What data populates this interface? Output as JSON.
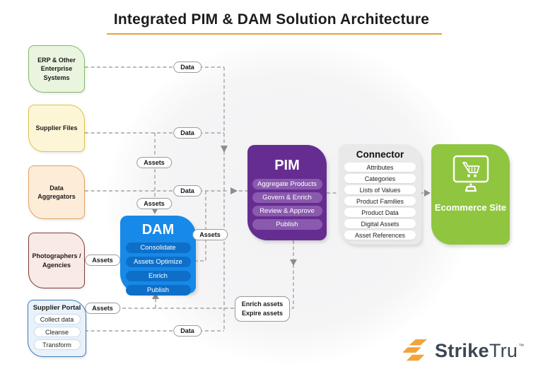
{
  "title": "Integrated PIM & DAM Solution Architecture",
  "sources": [
    "ERP & Other Enterprise Systems",
    "Supplier Files",
    "Data Aggregators",
    "Photographers / Agencies"
  ],
  "supplier_portal": {
    "title": "Supplier Portal",
    "steps": [
      "Collect data",
      "Cleanse",
      "Transform"
    ]
  },
  "dam": {
    "title": "DAM",
    "steps": [
      "Consolidate",
      "Assets Optimize",
      "Enrich",
      "Publish"
    ]
  },
  "pim": {
    "title": "PIM",
    "steps": [
      "Aggregate Products",
      "Govern & Enrich",
      "Review & Approve",
      "Publish"
    ]
  },
  "connector": {
    "title": "Connector",
    "items": [
      "Attributes",
      "Categories",
      "Lists of Values",
      "Product Families",
      "Product Data",
      "Digital Assets",
      "Asset References"
    ]
  },
  "ecommerce": {
    "title": "Ecommerce Site"
  },
  "enrich_node": {
    "line1": "Enrich assets",
    "line2": "Expire assets"
  },
  "labels": {
    "data": "Data",
    "assets": "Assets"
  },
  "logo": {
    "strike": "Strike",
    "tru": "Tru",
    "tm": "™"
  },
  "icons": {
    "ecommerce": "monitor-shopping-cart-icon",
    "logo": "striketru-ribbon-s-icon"
  },
  "colors": {
    "title_underline": "#e2a33c",
    "dam_blue": "#1789e8",
    "dam_pill": "#0e6fc9",
    "pim_purple": "#662d91",
    "pim_pill": "#8a5aae",
    "connector_gray": "#e9e9ea",
    "ecommerce_green": "#90c53f",
    "erp_green": "#eaf5df",
    "supplier_files_yellow": "#fdf6d6",
    "aggregators_peach": "#fdecd8",
    "photographers_pink": "#f9eae5",
    "portal_blue": "#e9f2fb",
    "line_gray": "#a3a3a3",
    "logo_orange": "#f2a33a",
    "logo_text": "#3c4654"
  }
}
